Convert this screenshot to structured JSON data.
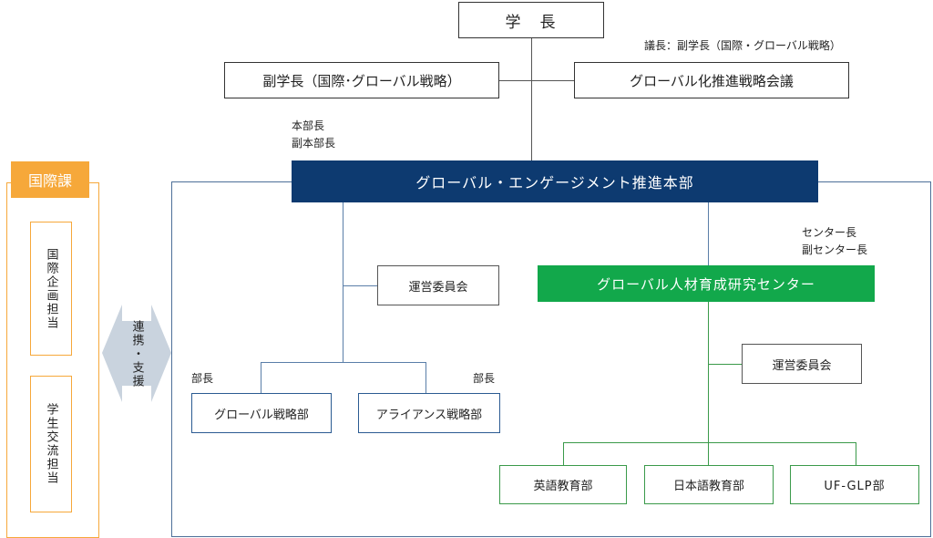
{
  "top": {
    "president": "学　長",
    "vice_president": "副学長（国際･グローバル戦略）",
    "council": "グローバル化推進戦略会議",
    "council_note": "議長：副学長（国際・グローバル戦略）"
  },
  "hq": {
    "title": "グローバル・エンゲージメント推進本部",
    "head_label": "本部長",
    "deputy_label": "副本部長",
    "committee": "運営委員会",
    "dept_head_left": "部長",
    "dept_head_right": "部長",
    "dept_global": "グローバル戦略部",
    "dept_alliance": "アライアンス戦略部"
  },
  "center": {
    "title": "グローバル人材育成研究センター",
    "head_label": "センター長",
    "deputy_label": "副センター長",
    "committee": "運営委員会",
    "dept_english": "英語教育部",
    "dept_japanese": "日本語教育部",
    "dept_ufglp": "UF-GLP部"
  },
  "intl": {
    "title": "国際課",
    "planning": "国際企画担当",
    "exchange": "学生交流担当",
    "link_label": "連携・支援"
  },
  "colors": {
    "navy": "#0d3a70",
    "green": "#12a84b",
    "orange": "#f6a83a",
    "frame_blue": "#4d6f98",
    "arrow_gray": "#c9d3de"
  }
}
